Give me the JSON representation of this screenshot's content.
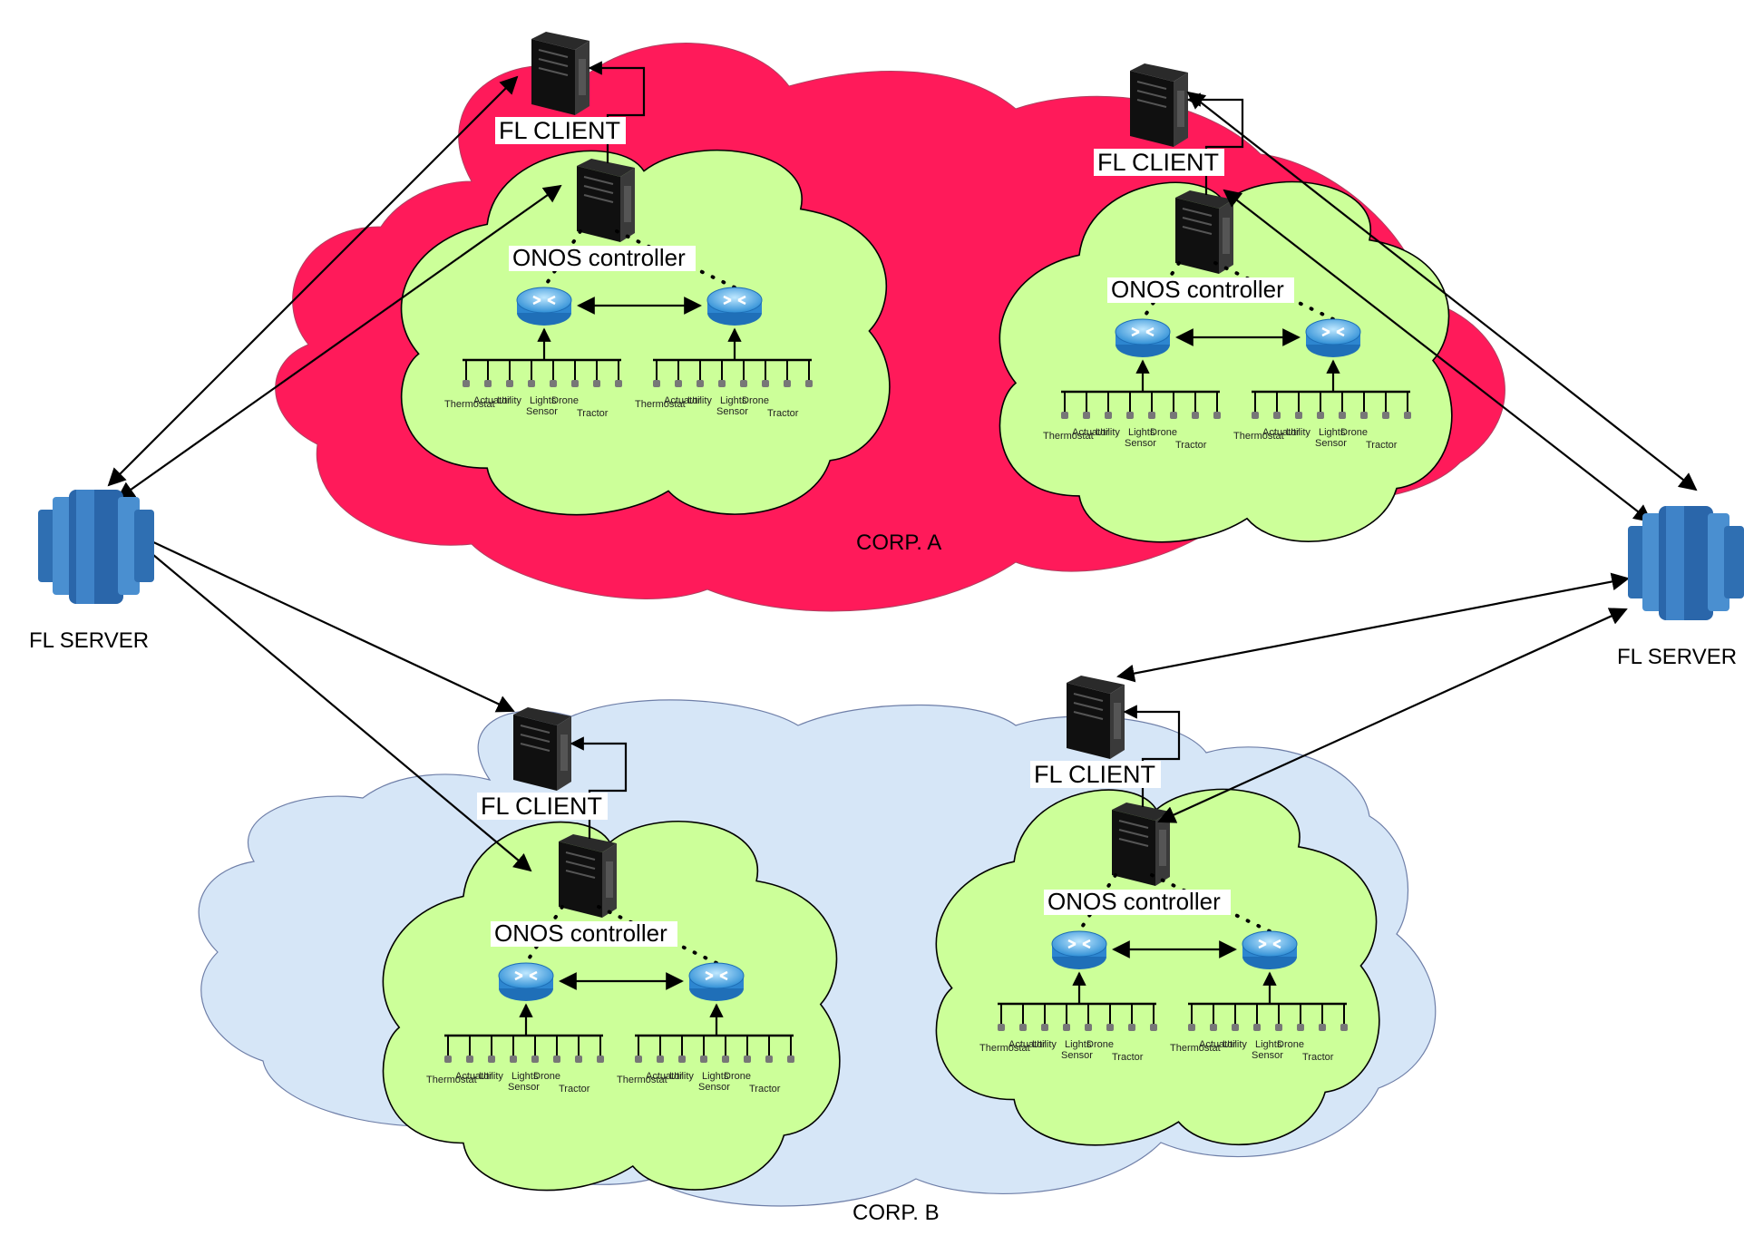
{
  "corps": [
    {
      "name": "CORP. A",
      "color": "#ff1a5a"
    },
    {
      "name": "CORP. B",
      "color": "#d6e6f7"
    }
  ],
  "servers": [
    {
      "label": "FL SERVER"
    },
    {
      "label": "FL SERVER"
    }
  ],
  "client_label": "FL CLIENT",
  "controller_label": "ONOS controller",
  "inner_cloud_color": "#ccff99",
  "node_labels": [
    "Thermostat",
    "Actuator",
    "Utility",
    "Lights",
    "Drone",
    "Sensor",
    "Tractor"
  ]
}
